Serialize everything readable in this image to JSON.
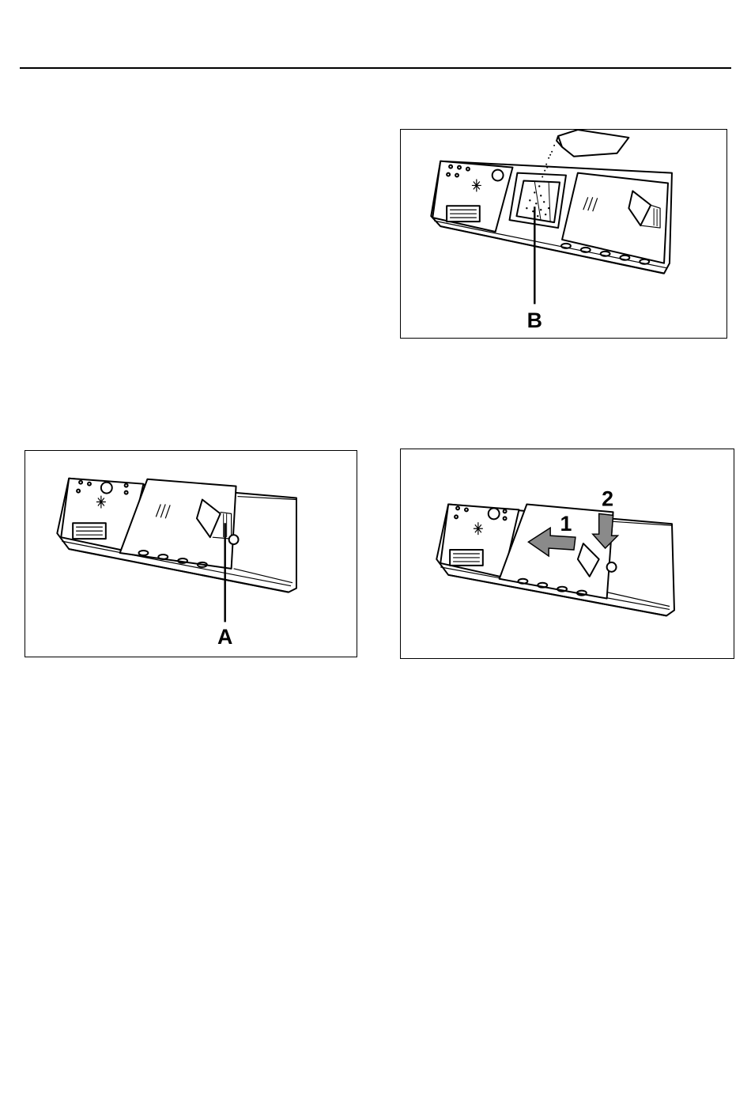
{
  "figures": [
    {
      "id": "fig-b",
      "callouts": [
        "B"
      ]
    },
    {
      "id": "fig-a",
      "callouts": [
        "A"
      ]
    },
    {
      "id": "fig-12",
      "callouts": [
        "1",
        "2"
      ]
    }
  ],
  "labels": {
    "b": "B",
    "a": "A",
    "one": "1",
    "two": "2"
  }
}
